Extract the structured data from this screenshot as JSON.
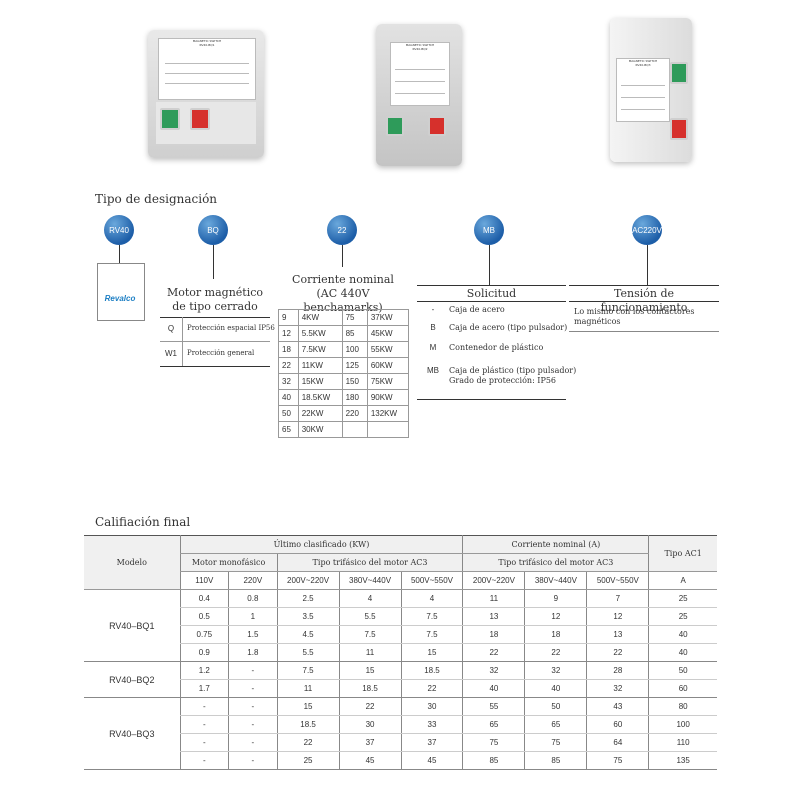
{
  "products": [
    {
      "plate_title": "MAGNETIC SWITCH",
      "plate_model": "RV40-BQ1"
    },
    {
      "plate_title": "MAGNETIC SWITCH",
      "plate_model": "RV40-BQ2"
    },
    {
      "plate_title": "MAGNETIC SWITCH",
      "plate_model": "RV40-BQ3"
    }
  ],
  "designation": {
    "title": "Tipo de designación",
    "codes": [
      "RV40",
      "BQ",
      "22",
      "MB",
      "AC220V"
    ],
    "brand": "Revalco",
    "motor": {
      "title_l1": "Motor magnético",
      "title_l2": "de tipo cerrado",
      "rows": [
        {
          "k": "Q",
          "v": "Protección espacial IP56"
        },
        {
          "k": "W1",
          "v": "Protección general"
        }
      ]
    },
    "current": {
      "title_l1": "Corriente nominal",
      "title_l2": "(AC 440V benchamarks)",
      "rows": [
        [
          "9",
          "4KW",
          "75",
          "37KW"
        ],
        [
          "12",
          "5.5KW",
          "85",
          "45KW"
        ],
        [
          "18",
          "7.5KW",
          "100",
          "55KW"
        ],
        [
          "22",
          "11KW",
          "125",
          "60KW"
        ],
        [
          "32",
          "15KW",
          "150",
          "75KW"
        ],
        [
          "40",
          "18.5KW",
          "180",
          "90KW"
        ],
        [
          "50",
          "22KW",
          "220",
          "132KW"
        ],
        [
          "65",
          "30KW",
          "",
          ""
        ]
      ]
    },
    "solicitud": {
      "title": "Solicitud",
      "rows": [
        {
          "k": "-",
          "v": "Caja de acero",
          "v2": ""
        },
        {
          "k": "B",
          "v": "Caja de acero (tipo pulsador)",
          "v2": ""
        },
        {
          "k": "M",
          "v": "Contenedor de plástico",
          "v2": ""
        },
        {
          "k": "MB",
          "v": "Caja de plástico (tipo pulsador)",
          "v2": "Grado de protección: IP56"
        }
      ]
    },
    "voltage": {
      "title": "Tensión de funcionamiento",
      "desc_l1": "Lo mismo con los contactores",
      "desc_l2": "magnéticos"
    }
  },
  "final": {
    "title": "Califiación final",
    "h_model": "Modelo",
    "h_rated": "Último clasificado (KW)",
    "h_current": "Corriente nominal (A)",
    "h_ac1": "Tipo AC1",
    "h_mono": "Motor monofásico",
    "h_tri": "Tipo trifásico del motor AC3",
    "h_tri2": "Tipo trifásico del motor AC3",
    "sub": [
      "110V",
      "220V",
      "200V~220V",
      "380V~440V",
      "500V~550V",
      "200V~220V",
      "380V~440V",
      "500V~550V",
      "A"
    ],
    "groups": [
      {
        "model": "RV40–BQ1",
        "rows": [
          [
            "0.4",
            "0.8",
            "2.5",
            "4",
            "4",
            "11",
            "9",
            "7",
            "25"
          ],
          [
            "0.5",
            "1",
            "3.5",
            "5.5",
            "7.5",
            "13",
            "12",
            "12",
            "25"
          ],
          [
            "0.75",
            "1.5",
            "4.5",
            "7.5",
            "7.5",
            "18",
            "18",
            "13",
            "40"
          ],
          [
            "0.9",
            "1.8",
            "5.5",
            "11",
            "15",
            "22",
            "22",
            "22",
            "40"
          ]
        ]
      },
      {
        "model": "RV40–BQ2",
        "rows": [
          [
            "1.2",
            "-",
            "7.5",
            "15",
            "18.5",
            "32",
            "32",
            "28",
            "50"
          ],
          [
            "1.7",
            "-",
            "11",
            "18.5",
            "22",
            "40",
            "40",
            "32",
            "60"
          ]
        ]
      },
      {
        "model": "RV40–BQ3",
        "rows": [
          [
            "-",
            "-",
            "15",
            "22",
            "30",
            "55",
            "50",
            "43",
            "80"
          ],
          [
            "-",
            "-",
            "18.5",
            "30",
            "33",
            "65",
            "65",
            "60",
            "100"
          ],
          [
            "-",
            "-",
            "22",
            "37",
            "37",
            "75",
            "75",
            "64",
            "110"
          ],
          [
            "-",
            "-",
            "25",
            "45",
            "45",
            "85",
            "85",
            "75",
            "135"
          ]
        ]
      }
    ]
  }
}
